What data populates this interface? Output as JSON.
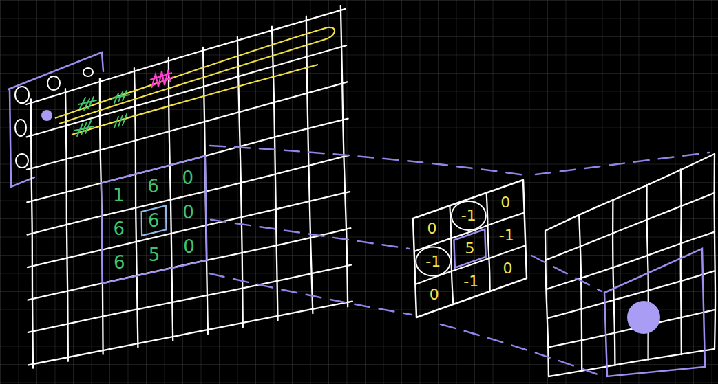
{
  "diagram": {
    "nodes": [
      {
        "text": [
          "1",
          "6",
          "0",
          "6",
          "6",
          "0",
          "6",
          "5",
          "0"
        ]
      },
      {
        "text": [
          "0",
          "-1",
          "0",
          "-1",
          "5",
          "-1",
          "0",
          "-1",
          "0"
        ]
      }
    ],
    "edges": [
      {
        "from": 0,
        "to": 1,
        "arrow": "none"
      }
    ]
  }
}
